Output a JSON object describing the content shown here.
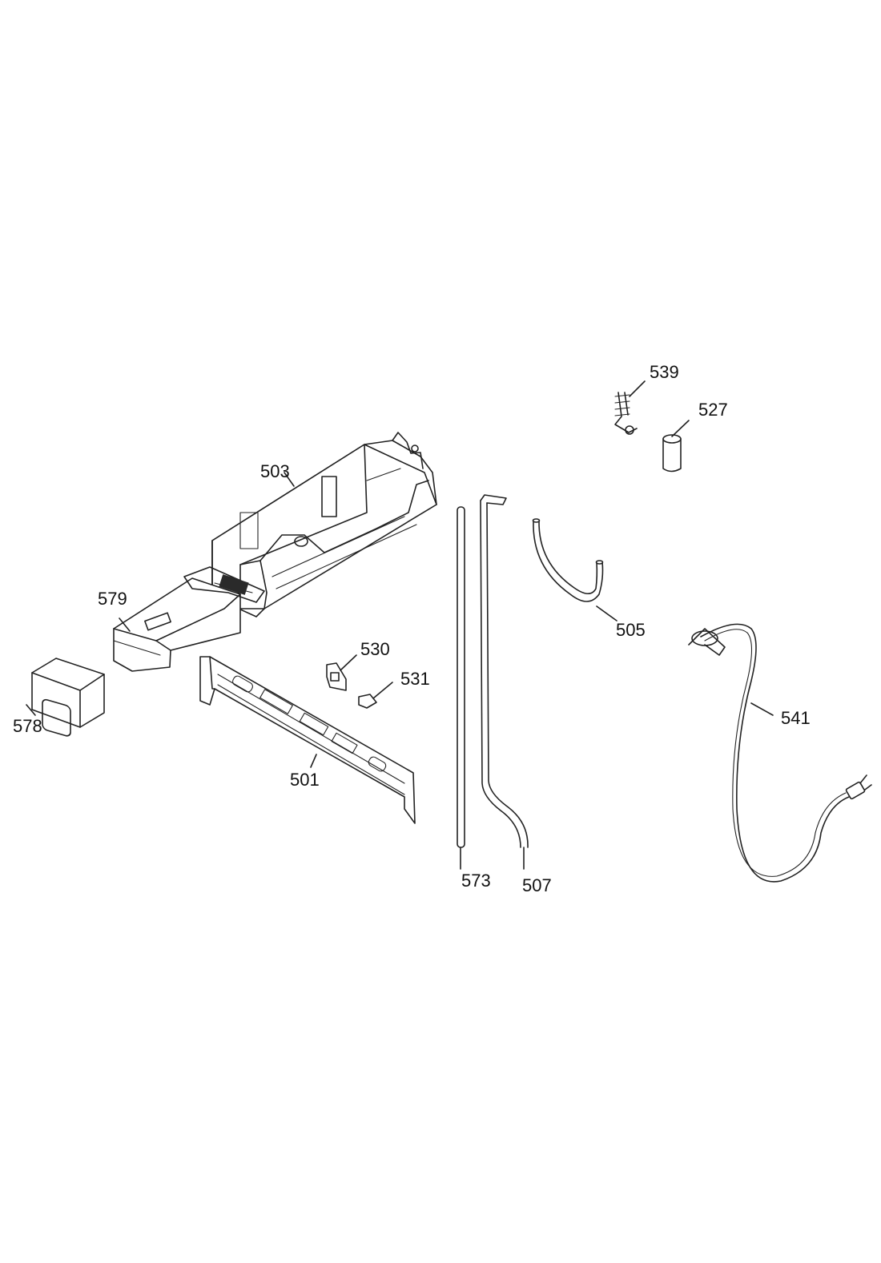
{
  "parts": [
    {
      "id": "p501",
      "number": "501",
      "icon": "control-panel-bracket-icon"
    },
    {
      "id": "p503",
      "number": "503",
      "icon": "dispenser-housing-icon"
    },
    {
      "id": "p505",
      "number": "505",
      "icon": "curved-hose-icon"
    },
    {
      "id": "p507",
      "number": "507",
      "icon": "bent-hose-icon"
    },
    {
      "id": "p527",
      "number": "527",
      "icon": "capacitor-icon"
    },
    {
      "id": "p530",
      "number": "530",
      "icon": "switch-bracket-icon"
    },
    {
      "id": "p531",
      "number": "531",
      "icon": "small-switch-icon"
    },
    {
      "id": "p539",
      "number": "539",
      "icon": "cable-clamp-icon"
    },
    {
      "id": "p541",
      "number": "541",
      "icon": "power-cord-plug-icon"
    },
    {
      "id": "p573",
      "number": "573",
      "icon": "straight-tube-icon"
    },
    {
      "id": "p578",
      "number": "578",
      "icon": "drawer-handle-frame-icon"
    },
    {
      "id": "p579",
      "number": "579",
      "icon": "detergent-drawer-icon"
    }
  ]
}
